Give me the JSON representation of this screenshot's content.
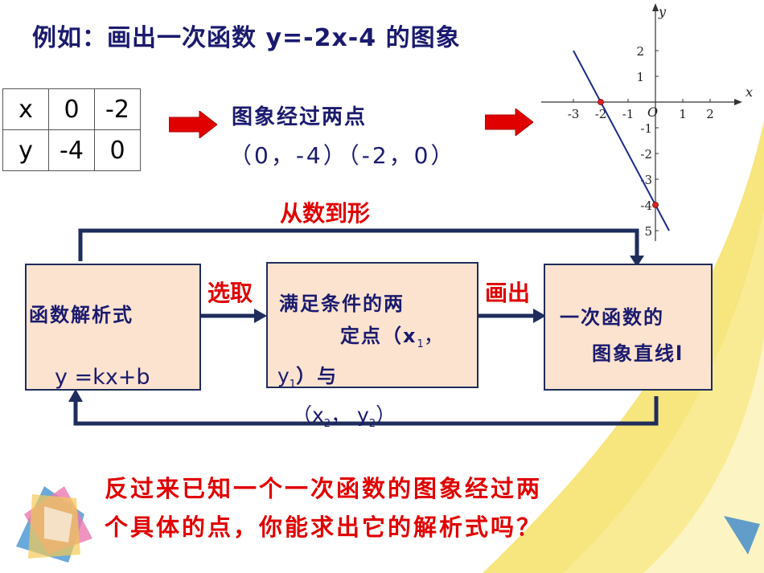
{
  "title": "例如：画出一次函数 y=-2x-4 的图象",
  "table": {
    "rows": [
      {
        "label": "x",
        "cells": [
          "0",
          "-2"
        ]
      },
      {
        "label": "y",
        "cells": [
          "-4",
          "0"
        ]
      }
    ]
  },
  "points": {
    "heading": "图象经过两点",
    "text": "（0，-4）（-2，0）"
  },
  "flow": {
    "top_label": "从数到形",
    "box1_title": "函数解析式",
    "box1_formula": "y =kx+b",
    "label_select": "选取",
    "box2_line1": "满足条件的两",
    "box2_line2a": "定点（x",
    "box2_line2b": "1",
    "box2_line2c": "，",
    "box2_line3a": "y",
    "box2_line3b": "1",
    "box2_line3c": "）与",
    "box2_line4a": "（x",
    "box2_line4b": "2",
    "box2_line4c": "， y",
    "box2_line4d": "2",
    "box2_line4e": "）",
    "label_draw": "画出",
    "box3_line1": "一次函数的",
    "box3_line2": "图象直线l"
  },
  "question": {
    "line1": "反过来已知一个一次函数的图象经过两",
    "line2": "个具体的点，你能求出它的解析式吗？"
  },
  "colors": {
    "navy": "#1f2d5c",
    "red": "#e00000",
    "box_fill": "#fbe3cf",
    "accent_yellow": "#f6e066"
  },
  "chart_data": {
    "type": "line",
    "series": [
      {
        "x": [
          -3,
          0.5
        ],
        "y": [
          2,
          -5
        ]
      }
    ],
    "points": [
      {
        "x": -2,
        "y": 0
      },
      {
        "x": 0,
        "y": -4
      }
    ],
    "xlabel": "x",
    "ylabel": "y",
    "origin_label": "O",
    "xticks": [
      "-3",
      "-2",
      "-1",
      "1",
      "2"
    ],
    "yticks_pos": [
      "2",
      "1"
    ],
    "yticks_neg": [
      "-1",
      "-2",
      "-3",
      "-4",
      "5"
    ],
    "xlim": [
      -4,
      3
    ],
    "ylim": [
      -5.5,
      3.5
    ]
  }
}
